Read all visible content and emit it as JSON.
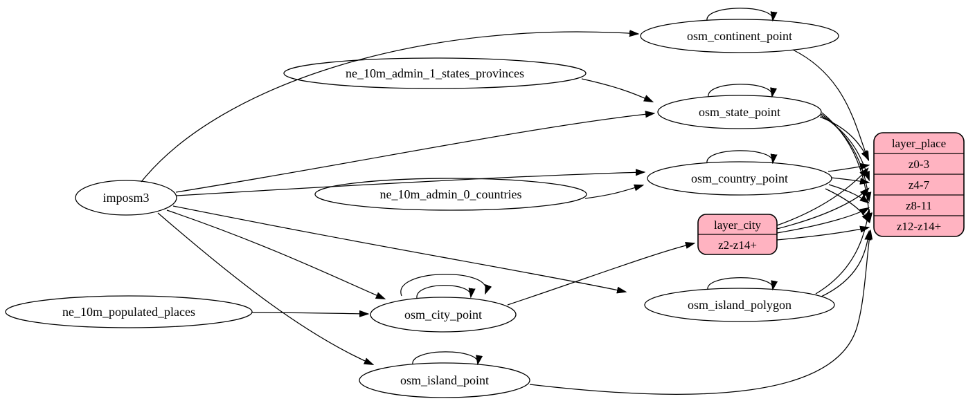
{
  "diagram": {
    "type": "directed-graph",
    "colors": {
      "background": "#ffffff",
      "node_fill": "#ffffff",
      "node_stroke": "#000000",
      "edge": "#000000",
      "record_fill": "#ffb3c1",
      "text": "#000000"
    },
    "nodes": {
      "imposm3": "imposm3",
      "ne_10m_admin_1_states_provinces": "ne_10m_admin_1_states_provinces",
      "ne_10m_admin_0_countries": "ne_10m_admin_0_countries",
      "ne_10m_populated_places": "ne_10m_populated_places",
      "osm_continent_point": "osm_continent_point",
      "osm_state_point": "osm_state_point",
      "osm_country_point": "osm_country_point",
      "osm_city_point": "osm_city_point",
      "osm_island_polygon": "osm_island_polygon",
      "osm_island_point": "osm_island_point"
    },
    "records": {
      "layer_city": {
        "title": "layer_city",
        "rows": [
          "z2-z14+"
        ]
      },
      "layer_place": {
        "title": "layer_place",
        "rows": [
          "z0-3",
          "z4-7",
          "z8-11",
          "z12-z14+"
        ]
      }
    },
    "edges": [
      {
        "from": "imposm3",
        "to": "osm_continent_point"
      },
      {
        "from": "imposm3",
        "to": "osm_state_point"
      },
      {
        "from": "imposm3",
        "to": "osm_country_point"
      },
      {
        "from": "imposm3",
        "to": "osm_city_point"
      },
      {
        "from": "imposm3",
        "to": "osm_island_polygon"
      },
      {
        "from": "imposm3",
        "to": "osm_island_point"
      },
      {
        "from": "ne_10m_admin_1_states_provinces",
        "to": "osm_state_point"
      },
      {
        "from": "ne_10m_admin_0_countries",
        "to": "osm_country_point"
      },
      {
        "from": "ne_10m_populated_places",
        "to": "osm_city_point"
      },
      {
        "from": "osm_continent_point",
        "to": "osm_continent_point"
      },
      {
        "from": "osm_state_point",
        "to": "osm_state_point"
      },
      {
        "from": "osm_country_point",
        "to": "osm_country_point"
      },
      {
        "from": "osm_city_point",
        "to": "osm_city_point"
      },
      {
        "from": "osm_city_point",
        "to": "osm_city_point"
      },
      {
        "from": "osm_island_polygon",
        "to": "osm_island_polygon"
      },
      {
        "from": "osm_island_point",
        "to": "osm_island_point"
      },
      {
        "from": "osm_city_point",
        "to": "layer_city:z2-z14+"
      },
      {
        "from": "osm_continent_point",
        "to": "layer_place:z0-3"
      },
      {
        "from": "osm_state_point",
        "to": "layer_place:z0-3"
      },
      {
        "from": "osm_state_point",
        "to": "layer_place:z4-7"
      },
      {
        "from": "osm_state_point",
        "to": "layer_place:z8-11"
      },
      {
        "from": "osm_state_point",
        "to": "layer_place:z12-z14+"
      },
      {
        "from": "osm_country_point",
        "to": "layer_place:z0-3"
      },
      {
        "from": "osm_country_point",
        "to": "layer_place:z4-7"
      },
      {
        "from": "osm_country_point",
        "to": "layer_place:z8-11"
      },
      {
        "from": "osm_country_point",
        "to": "layer_place:z12-z14+"
      },
      {
        "from": "layer_city",
        "to": "layer_place:z0-3"
      },
      {
        "from": "layer_city",
        "to": "layer_place:z4-7"
      },
      {
        "from": "layer_city",
        "to": "layer_place:z8-11"
      },
      {
        "from": "layer_city",
        "to": "layer_place:z12-z14+"
      },
      {
        "from": "osm_island_polygon",
        "to": "layer_place:z8-11"
      },
      {
        "from": "osm_island_polygon",
        "to": "layer_place:z12-z14+"
      },
      {
        "from": "osm_island_point",
        "to": "layer_place:z12-z14+"
      }
    ]
  }
}
